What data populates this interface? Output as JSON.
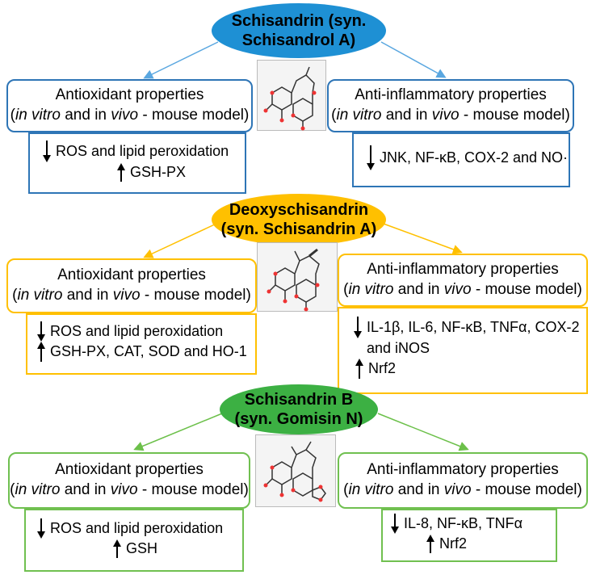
{
  "colors": {
    "blue": "#1e90d4",
    "orange": "#ffc000",
    "green": "#3cb043"
  },
  "sections": [
    {
      "compound_line1": "Schisandrin (syn.",
      "compound_line2": "Schisandrol A)",
      "left_title": "Antioxidant properties",
      "left_sub_a": "in vitro",
      "left_sub_b": " and in ",
      "left_sub_c": "vivo",
      "left_sub_d": " - mouse model)",
      "right_title": "Anti-inflammatory properties",
      "right_sub_a": "in vitro",
      "right_sub_b": " and in ",
      "right_sub_c": "vivo",
      "right_sub_d": " - mouse model)",
      "left_down": "ROS and lipid peroxidation",
      "left_up": "GSH-PX",
      "right_down": "JNK, NF-κB, COX-2 and NO·"
    },
    {
      "compound_line1": "Deoxyschisandrin",
      "compound_line2": "(syn. Schisandrin A)",
      "left_title": "Antioxidant properties",
      "left_sub_a": "in vitro",
      "left_sub_b": " and in ",
      "left_sub_c": "vivo",
      "left_sub_d": " - mouse model)",
      "right_title": "Anti-inflammatory properties",
      "right_sub_a": "in vitro",
      "right_sub_b": " and in ",
      "right_sub_c": "vivo",
      "right_sub_d": " - mouse model)",
      "left_down": "ROS and lipid peroxidation",
      "left_up": "GSH-PX, CAT, SOD and HO-1",
      "right_down": "IL-1β, IL-6, NF-κB, TNFα, COX-2",
      "right_down2": "and iNOS",
      "right_up": "Nrf2"
    },
    {
      "compound_line1": "Schisandrin B",
      "compound_line2": "(syn. Gomisin N)",
      "left_title": "Antioxidant properties",
      "left_sub_a": "in vitro",
      "left_sub_b": " and in ",
      "left_sub_c": "vivo",
      "left_sub_d": " - mouse model)",
      "right_title": "Anti-inflammatory properties",
      "right_sub_a": "in vitro",
      "right_sub_b": " and in ",
      "right_sub_c": "vivo",
      "right_sub_d": " - mouse model)",
      "left_down": "ROS and lipid peroxidation",
      "left_up": "GSH",
      "right_down": "IL-8, NF-κB, TNFα",
      "right_up": "Nrf2"
    }
  ]
}
